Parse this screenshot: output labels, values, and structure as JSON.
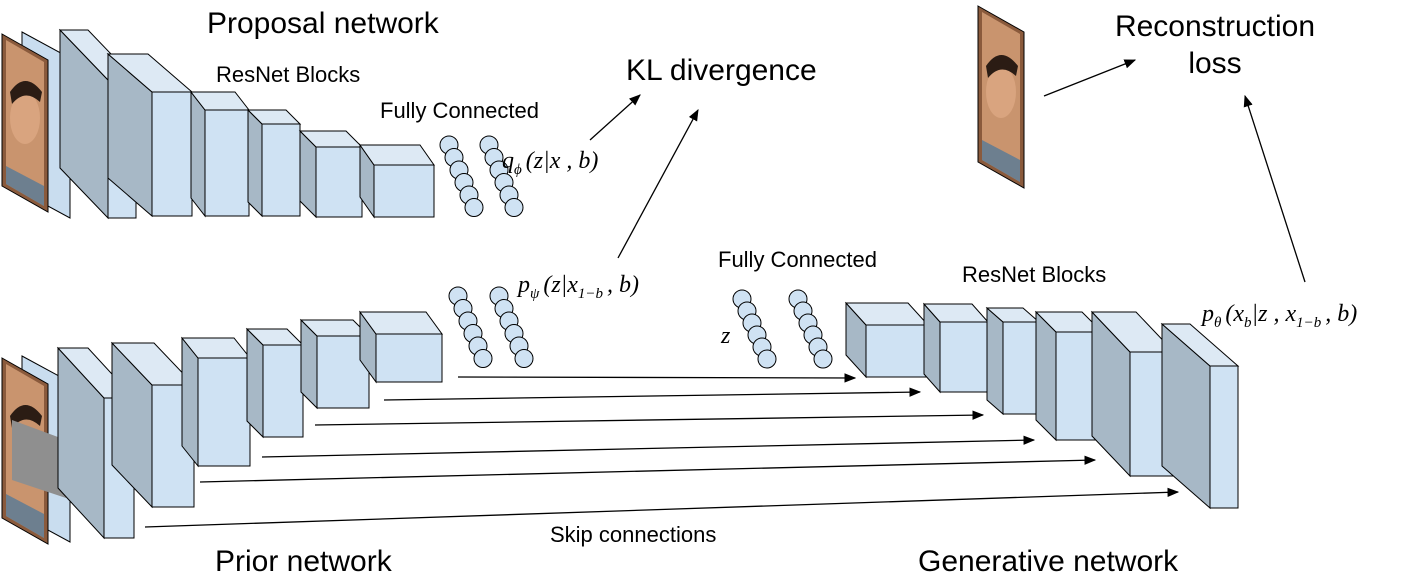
{
  "labels": {
    "proposal_network": "Proposal network",
    "prior_network": "Prior network",
    "generative_network": "Generative network",
    "resnet_blocks_top": "ResNet Blocks",
    "resnet_blocks_gen": "ResNet Blocks",
    "fully_connected_top": "Fully Connected",
    "fully_connected_gen": "Fully Connected",
    "kl_divergence": "KL divergence",
    "reconstruction_loss_line1": "Reconstruction",
    "reconstruction_loss_line2": "loss",
    "skip_connections": "Skip connections"
  },
  "math": {
    "q": "q",
    "q_sub": "ϕ",
    "q_args": "(z|x , b)",
    "p_prior": "p",
    "p_prior_sub": "ψ",
    "p_prior_args_a": "(z|x",
    "p_prior_args_sub": "1−b",
    "p_prior_args_b": ", b)",
    "z": "z",
    "p_gen": "p",
    "p_gen_sub": "θ",
    "p_gen_args_a": "(x",
    "p_gen_args_sub1": "b",
    "p_gen_args_b": "|z , x",
    "p_gen_args_sub2": "1−b",
    "p_gen_args_c": ", b)"
  },
  "colors": {
    "block_front": "#cfe2f3",
    "block_side": "#a7b8c6",
    "block_top": "#dde9f4"
  }
}
